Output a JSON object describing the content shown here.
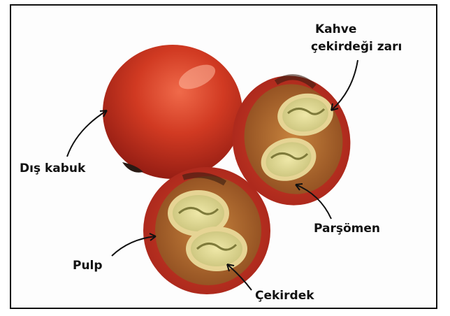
{
  "labels": {
    "kahve_line1": "Kahve",
    "kahve_line2": "çekirdeği zarı",
    "dis_kabuk": "Dış kabuk",
    "parsomen": "Parşömen",
    "pulp": "Pulp",
    "cekirdek": "Çekirdek"
  },
  "colors": {
    "skin": "#c8281c",
    "skin_dark": "#8e1a12",
    "pulp": "#b86b2f",
    "parchment": "#e8d79a",
    "bean": "#d9d58c",
    "label_text": "#111111"
  }
}
